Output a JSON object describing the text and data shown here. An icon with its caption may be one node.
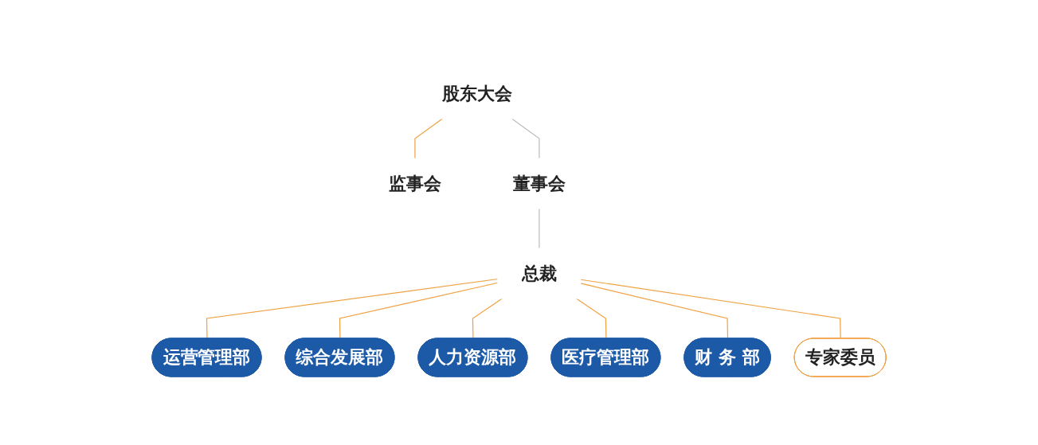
{
  "diagram": {
    "nodes": [
      {
        "text": [
          "股东大会"
        ]
      },
      {
        "text": [
          "监事会"
        ]
      },
      {
        "text": [
          "董事会"
        ]
      },
      {
        "text": [
          "总裁"
        ]
      },
      {
        "text": [
          "运营管理部"
        ]
      },
      {
        "text": [
          "综合发展部"
        ]
      },
      {
        "text": [
          "人力资源部"
        ]
      },
      {
        "text": [
          "医疗管理部"
        ]
      },
      {
        "text": [
          "财 务 部"
        ]
      },
      {
        "text": [
          "专家委员"
        ]
      }
    ],
    "edges": [
      {
        "from": 0,
        "to": 2,
        "arrow": "none",
        "color": "#bbbbbb"
      },
      {
        "from": 0,
        "to": 1,
        "arrow": "none"
      },
      {
        "from": 2,
        "to": 3,
        "arrow": "none",
        "color": "#bbbbbb"
      },
      {
        "from": 3,
        "to": 4,
        "arrow": "none"
      },
      {
        "from": 3,
        "to": 5,
        "arrow": "none"
      },
      {
        "from": 3,
        "to": 6,
        "arrow": "none"
      },
      {
        "from": 3,
        "to": 7,
        "arrow": "none"
      },
      {
        "from": 3,
        "to": 8,
        "arrow": "none"
      },
      {
        "from": 3,
        "to": 9,
        "arrow": "none"
      }
    ]
  }
}
